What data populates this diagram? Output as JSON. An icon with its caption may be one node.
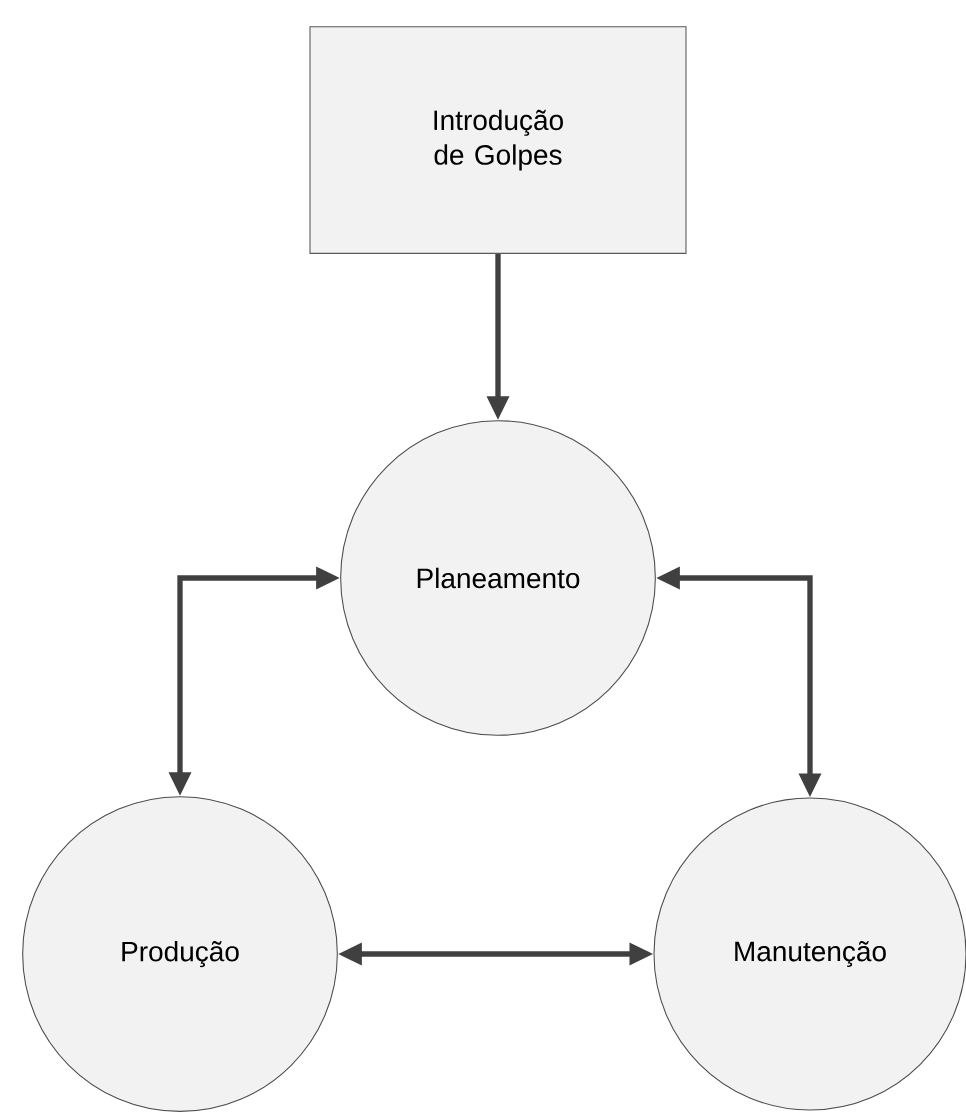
{
  "diagram": {
    "nodes": [
      {
        "text": [
          "Introdução de Golpes"
        ]
      },
      {
        "text": [
          "Planeamento"
        ]
      },
      {
        "text": [
          "Produção"
        ]
      },
      {
        "text": [
          "Manutenção"
        ]
      }
    ],
    "edges": [
      {
        "from": 0,
        "to": 1,
        "arrow": "to"
      },
      {
        "from": 1,
        "to": 2,
        "arrow": "both"
      },
      {
        "from": 1,
        "to": 3,
        "arrow": "both"
      },
      {
        "from": 2,
        "to": 3,
        "arrow": "both"
      }
    ]
  }
}
